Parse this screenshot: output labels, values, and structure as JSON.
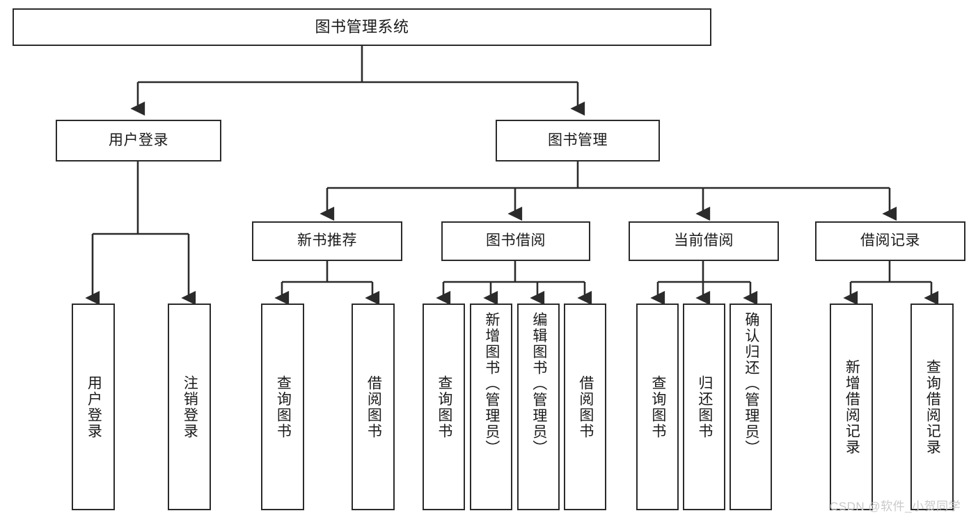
{
  "diagram": {
    "title": "图书管理系统",
    "type": "tree-hierarchy-diagram",
    "accent_color": "#2b2b2b",
    "background_color": "#ffffff"
  },
  "nodes": {
    "root": {
      "label": "图书管理系统"
    },
    "level1": [
      {
        "label": "用户登录"
      },
      {
        "label": "图书管理"
      }
    ],
    "level2": [
      {
        "label": "新书推荐"
      },
      {
        "label": "图书借阅"
      },
      {
        "label": "当前借阅"
      },
      {
        "label": "借阅记录"
      }
    ],
    "login_children": [
      {
        "label": "用户登录"
      },
      {
        "label": "注销登录"
      }
    ],
    "recommend_children": [
      {
        "label": "查询图书"
      },
      {
        "label": "借阅图书"
      }
    ],
    "borrow_children": [
      {
        "label": "查询图书"
      },
      {
        "label": "新增图书（管理员）"
      },
      {
        "label": "编辑图书（管理员）"
      },
      {
        "label": "借阅图书"
      }
    ],
    "current_children": [
      {
        "label": "查询图书"
      },
      {
        "label": "归还图书"
      },
      {
        "label": "确认归还（管理员）"
      }
    ],
    "record_children": [
      {
        "label": "新增借阅记录"
      },
      {
        "label": "查询借阅记录"
      }
    ]
  },
  "watermark": {
    "text": "CSDN @软件_小贺同学"
  }
}
